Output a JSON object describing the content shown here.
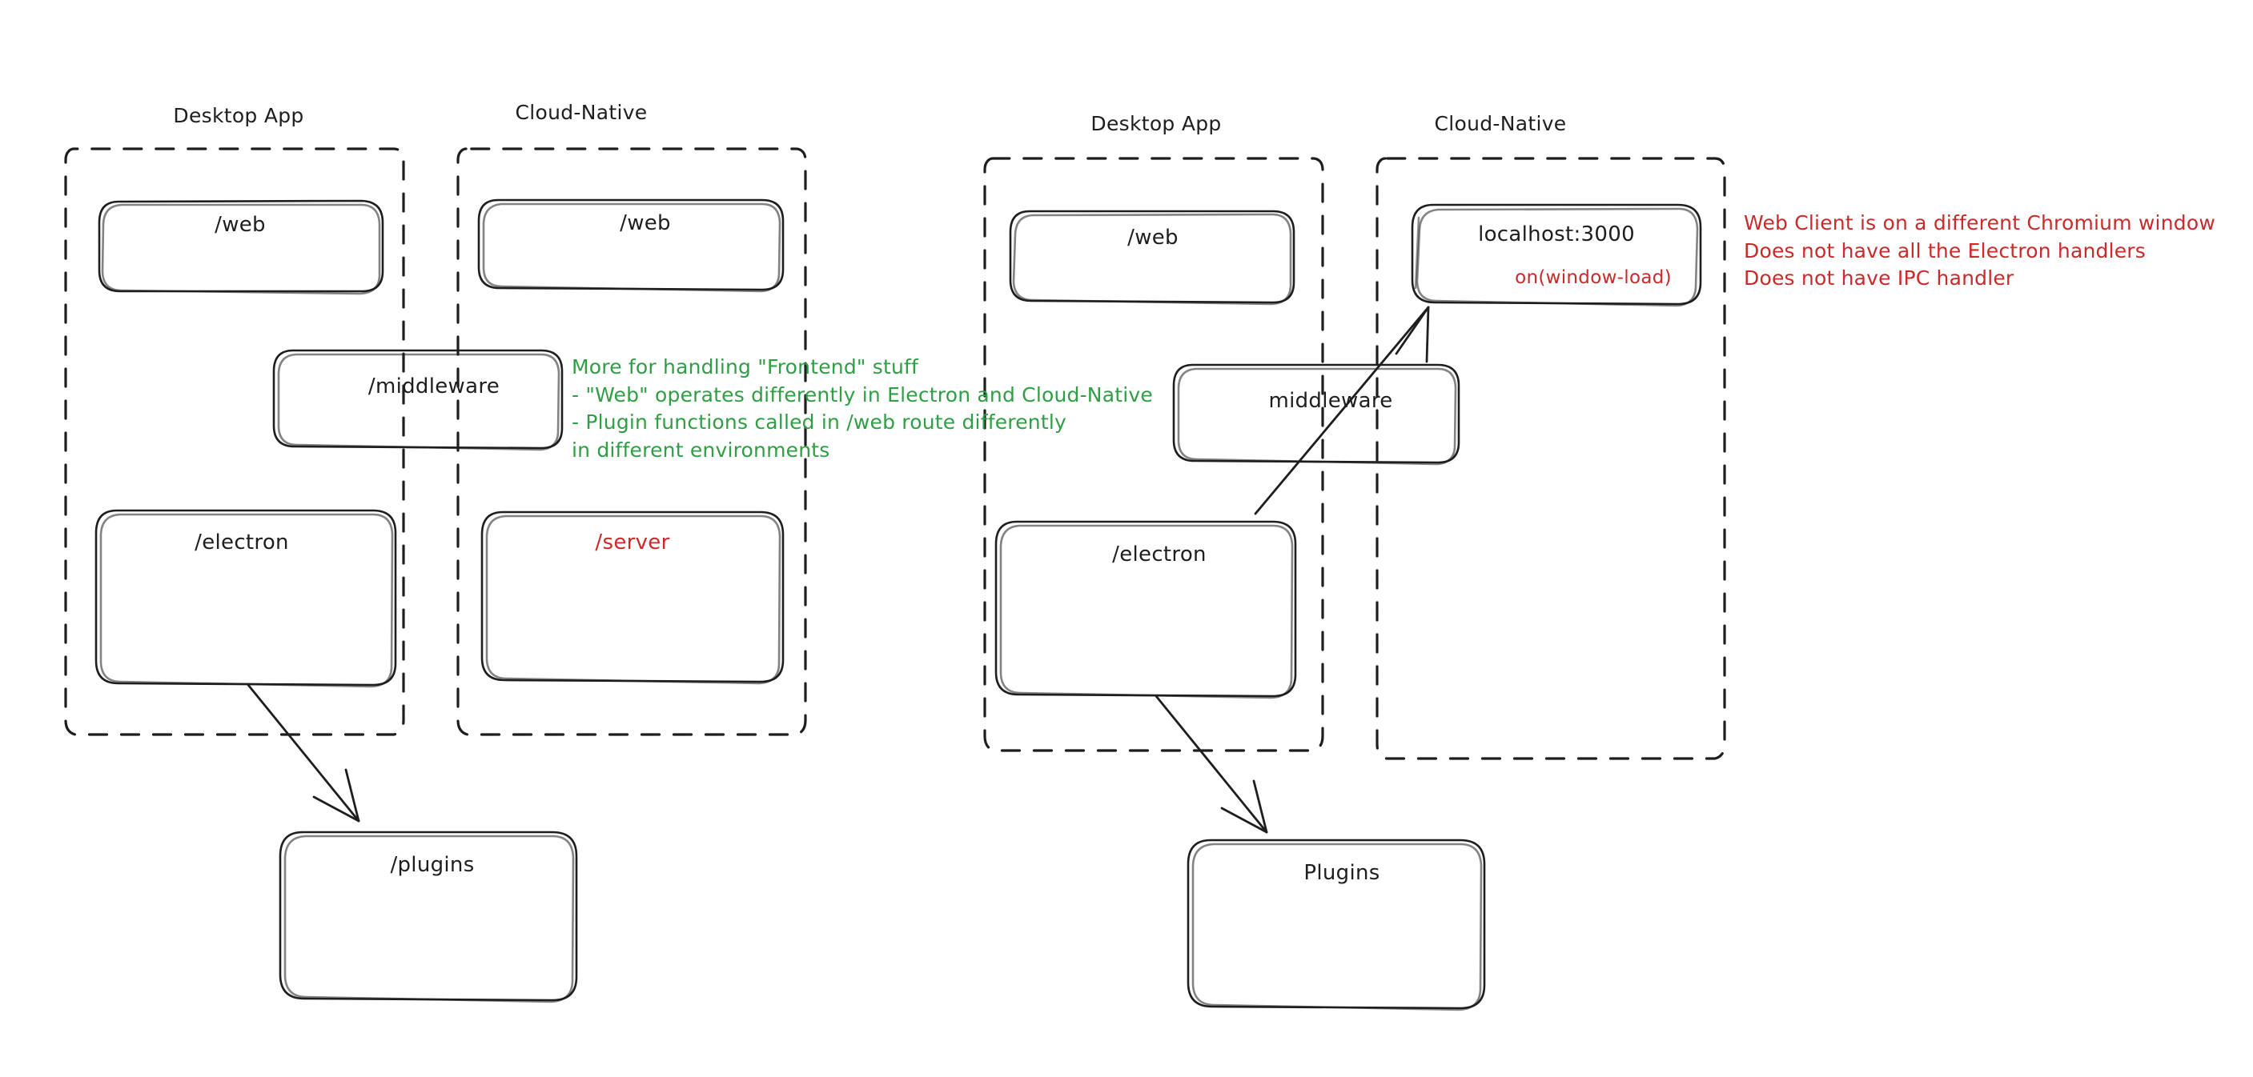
{
  "diagram": {
    "title": "Electron vs Cloud-Native architecture comparison",
    "colors": {
      "stroke": "#1e1e1e",
      "green": "#2f9e44",
      "red": "#c92a2a",
      "background": "#ffffff"
    },
    "groups": [
      {
        "id": "left-desktop",
        "label": "Desktop App"
      },
      {
        "id": "left-cloud",
        "label": "Cloud-Native"
      },
      {
        "id": "right-desktop",
        "label": "Desktop App"
      },
      {
        "id": "right-cloud",
        "label": "Cloud-Native"
      }
    ],
    "nodes": [
      {
        "id": "l-web-desktop",
        "label": "/web",
        "color": "black"
      },
      {
        "id": "l-web-cloud",
        "label": "/web",
        "color": "black"
      },
      {
        "id": "l-middleware",
        "label": "/middleware",
        "color": "black"
      },
      {
        "id": "l-electron",
        "label": "/electron",
        "color": "black"
      },
      {
        "id": "l-server",
        "label": "/server",
        "color": "red"
      },
      {
        "id": "l-plugins",
        "label": "/plugins",
        "color": "black"
      },
      {
        "id": "r-web-desktop",
        "label": "/web",
        "color": "black"
      },
      {
        "id": "r-localhost",
        "label": "localhost:3000",
        "color": "black"
      },
      {
        "id": "r-localhost-sub",
        "label": "on(window-load)",
        "color": "red"
      },
      {
        "id": "r-middleware",
        "label": "middleware",
        "color": "black"
      },
      {
        "id": "r-electron",
        "label": "/electron",
        "color": "black"
      },
      {
        "id": "r-plugins",
        "label": "Plugins",
        "color": "black"
      }
    ],
    "annotations": {
      "green_note": {
        "color": "#2f9e44",
        "lines": [
          "More for handling \"Frontend\" stuff",
          "- \"Web\" operates differently in Electron and Cloud-Native",
          "- Plugin functions called in /web route differently",
          "in different environments"
        ],
        "text": "More for handling \"Frontend\" stuff\n- \"Web\" operates differently in Electron and Cloud-Native\n- Plugin functions called in /web route differently\nin different environments"
      },
      "red_note": {
        "color": "#c92a2a",
        "lines": [
          "Web Client is on a different Chromium window",
          "Does not have all the Electron handlers",
          "Does not have IPC handler"
        ],
        "text": "Web Client is on a different Chromium window\nDoes not have all the Electron handlers\nDoes not have IPC handler"
      }
    },
    "arrows": [
      {
        "id": "arrow-l-electron-to-plugins",
        "from": "l-electron",
        "to": "l-plugins"
      },
      {
        "id": "arrow-r-electron-to-plugins",
        "from": "r-electron",
        "to": "r-plugins"
      },
      {
        "id": "arrow-r-electron-to-localhost",
        "from": "r-electron",
        "to": "r-localhost"
      }
    ]
  }
}
